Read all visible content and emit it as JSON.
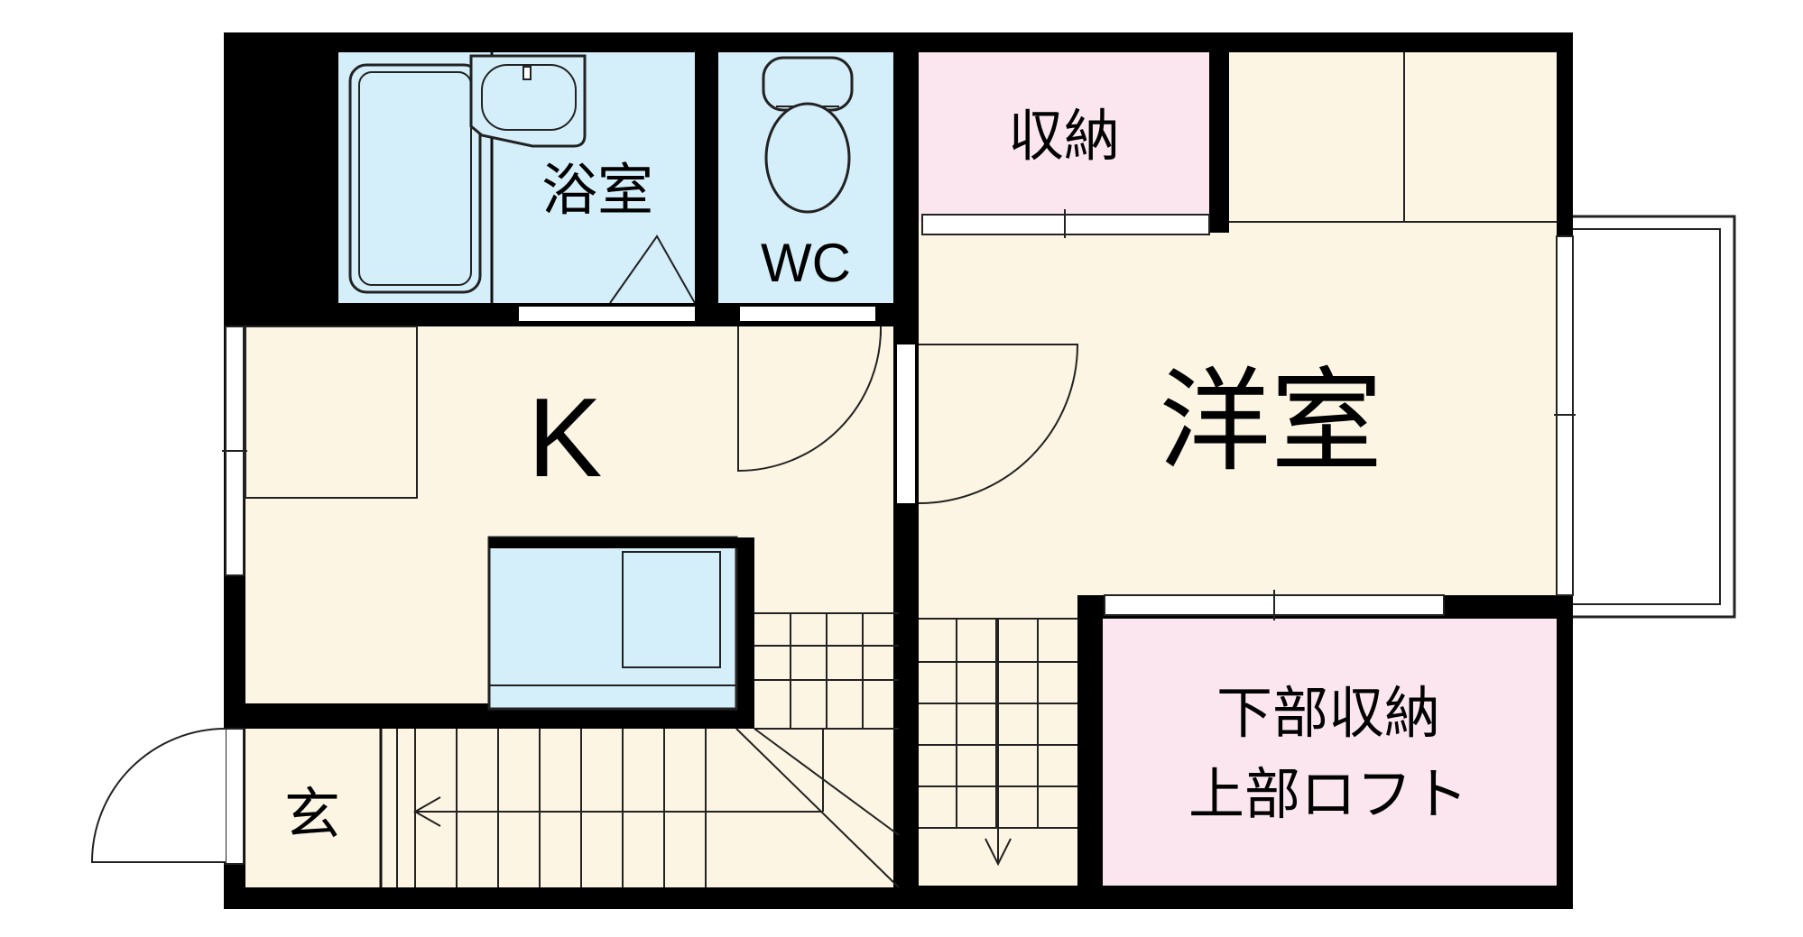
{
  "floorplan": {
    "rooms": {
      "bath": {
        "label": "浴室"
      },
      "wc": {
        "label": "WC"
      },
      "storage": {
        "label": "収納"
      },
      "kitchen": {
        "label": "K"
      },
      "western": {
        "label": "洋室"
      },
      "entrance": {
        "label": "玄"
      },
      "loft_storage": {
        "line1": "下部収納",
        "line2": "上部ロフト"
      }
    },
    "colors": {
      "wall": "#000000",
      "floor_cream": "#fdf5e3",
      "water_blue": "#d4eefa",
      "storage_pink": "#fbe6f0",
      "outline": "#222222"
    }
  }
}
